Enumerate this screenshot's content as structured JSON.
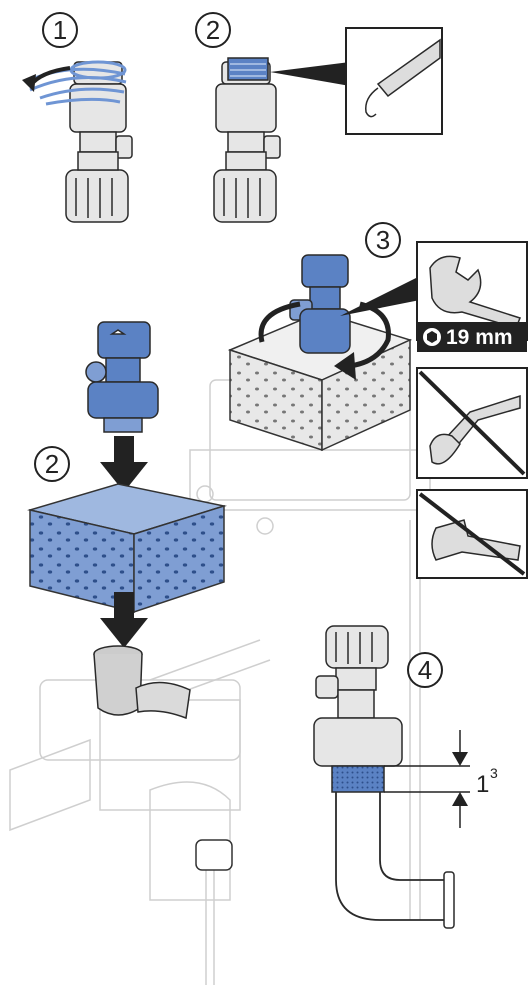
{
  "steps": {
    "s1": "1",
    "s2a": "2",
    "s2b": "2",
    "s3": "3",
    "s4": "4"
  },
  "wrench_size": "19 mm",
  "dimension": {
    "value": "1",
    "superscript": "3"
  },
  "colors": {
    "part_blue": "#5b82c4",
    "part_blue_light": "#9fb8e0",
    "outline": "#2a2a2a",
    "grey": "#d9d9d9",
    "ghost": "#c9c9c9"
  }
}
